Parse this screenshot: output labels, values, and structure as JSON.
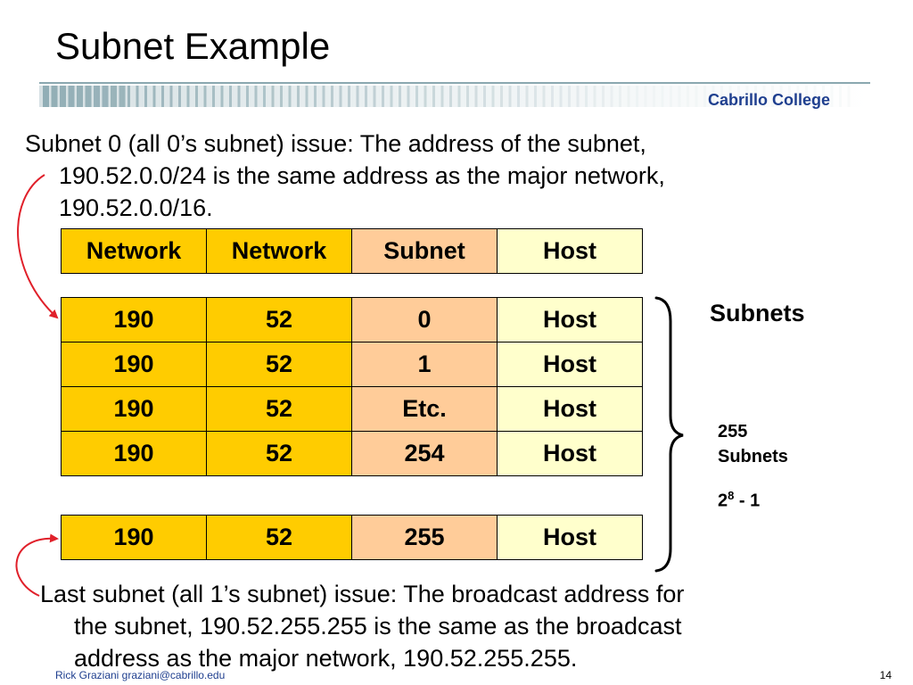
{
  "slide": {
    "title": "Subnet Example",
    "brand": "Cabrillo College",
    "intro_lines": [
      "Subnet 0 (all 0’s subnet) issue:  The address of the subnet,",
      "190.52.0.0/24 is the same address as the major network,",
      "190.52.0.0/16."
    ],
    "header_row": [
      "Network",
      "Network",
      "Subnet",
      "Host"
    ],
    "rows": [
      [
        "190",
        "52",
        "0",
        "Host"
      ],
      [
        "190",
        "52",
        "1",
        "Host"
      ],
      [
        "190",
        "52",
        "Etc.",
        "Host"
      ],
      [
        "190",
        "52",
        "254",
        "Host"
      ]
    ],
    "last_row": [
      "190",
      "52",
      "255",
      "Host"
    ],
    "subnets_label": "Subnets",
    "count_line1": "255",
    "count_line2": "Subnets",
    "formula_base": "2",
    "formula_exp": "8",
    "formula_rest": " - 1",
    "outro_lines": [
      "Last subnet (all 1’s subnet) issue:  The broadcast address for",
      "the subnet, 190.52.255.255 is the same as the broadcast",
      "address as the major network, 190.52.255.255."
    ],
    "footer_author": "Rick Graziani  graziani@cabrillo.edu",
    "page_number": "14"
  },
  "colors": {
    "network": "#ffcc00",
    "subnet": "#ffcc99",
    "host": "#ffffcc",
    "arrow": "#e0202a",
    "brand": "#1f3f8f",
    "bar_dark": "#8aa8b0"
  },
  "icons": [
    "arrow-curve-icon",
    "brace-icon"
  ]
}
